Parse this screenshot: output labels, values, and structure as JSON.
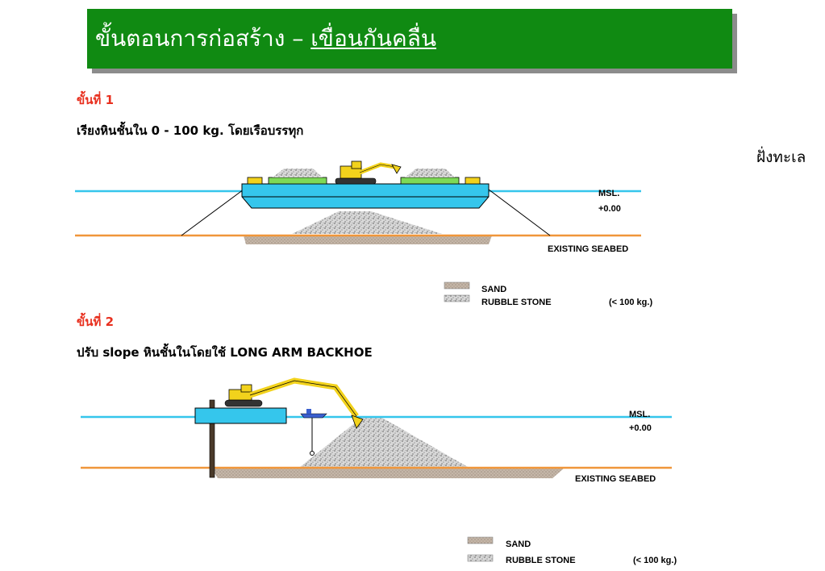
{
  "title": {
    "main": "ขั้นตอนการก่อสร้าง – ",
    "sub": "เขื่อนกันคลื่น"
  },
  "shore_label": "ฝั่งทะเล",
  "step1": {
    "label": "ขั้นที่ 1",
    "description": "เรียงหินชั้นใน 0 - 100 kg. โดยเรือบรรทุก",
    "msl": "MSL.",
    "msl_value": "+0.00",
    "seabed": "EXISTING SEABED",
    "legend_sand": "SAND",
    "legend_rubble": "RUBBLE STONE",
    "legend_weight": "(< 100 kg.)"
  },
  "step2": {
    "label": "ขั้นที่ 2",
    "description": "ปรับ slope หินชั้นในโดยใช้ LONG ARM BACKHOE",
    "msl": "MSL.",
    "msl_value": "+0.00",
    "seabed": "EXISTING SEABED",
    "legend_sand": "SAND",
    "legend_rubble": "RUBBLE STONE",
    "legend_weight": "(< 100 kg.)"
  },
  "colors": {
    "banner": "#108a12",
    "water": "#35c6ec",
    "seabed_line": "#f0963a",
    "barge": "#35c6ec",
    "deck_cargo": "#7ed957",
    "excavator": "#f2d21c",
    "step_label": "#e8301f"
  }
}
